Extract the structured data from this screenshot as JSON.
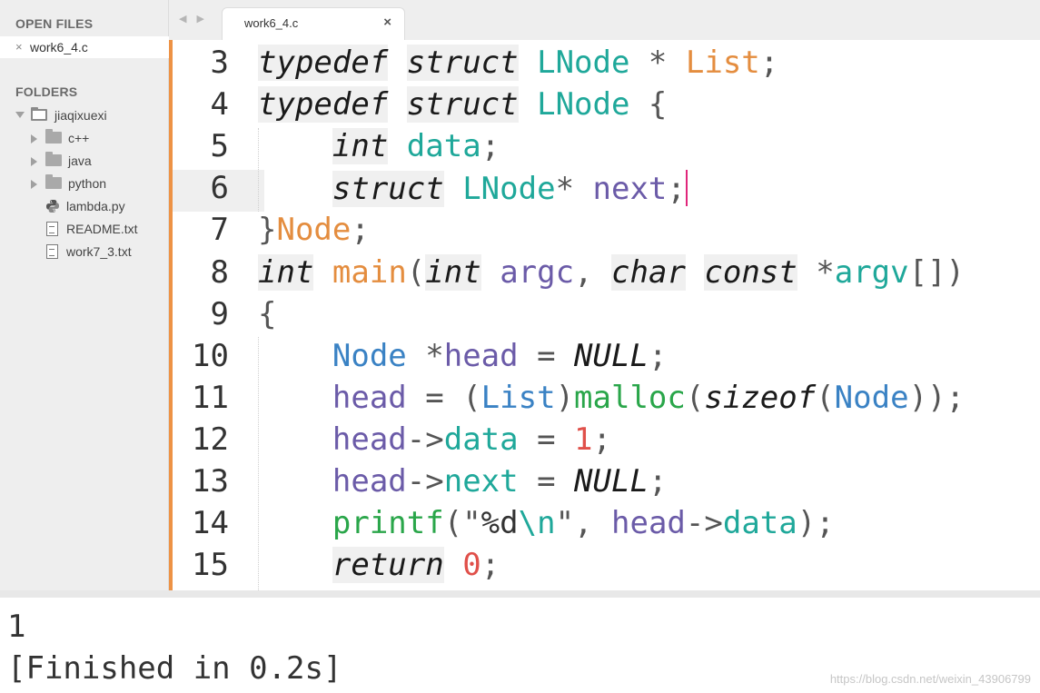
{
  "sidebar": {
    "open_files_title": "OPEN FILES",
    "open_files": [
      {
        "close": "×",
        "name": "work6_4.c"
      }
    ],
    "folders_title": "FOLDERS",
    "root": "jiaqixuexi",
    "items": [
      {
        "name": "c++",
        "type": "folder"
      },
      {
        "name": "java",
        "type": "folder"
      },
      {
        "name": "python",
        "type": "folder"
      },
      {
        "name": "lambda.py",
        "type": "python"
      },
      {
        "name": "README.txt",
        "type": "file"
      },
      {
        "name": "work7_3.txt",
        "type": "file"
      }
    ]
  },
  "tabbar": {
    "nav": "◀ ▶",
    "tab_name": "work6_4.c",
    "tab_close": "×"
  },
  "editor": {
    "accent_color": "#ed9245",
    "lines": [
      {
        "num": "3",
        "tokens": [
          [
            "kw",
            "typedef"
          ],
          [
            "",
            " "
          ],
          [
            "kw",
            "struct"
          ],
          [
            "",
            " "
          ],
          [
            "ty",
            "LNode"
          ],
          [
            "op",
            " * "
          ],
          [
            "tyo",
            "List"
          ],
          [
            "op",
            ";"
          ]
        ]
      },
      {
        "num": "4",
        "tokens": [
          [
            "kw",
            "typedef"
          ],
          [
            "",
            " "
          ],
          [
            "kw",
            "struct"
          ],
          [
            "",
            " "
          ],
          [
            "ty",
            "LNode"
          ],
          [
            "op",
            " {"
          ]
        ]
      },
      {
        "num": "5",
        "tokens": [
          [
            "",
            "    "
          ],
          [
            "kw",
            "int"
          ],
          [
            "",
            " "
          ],
          [
            "ty",
            "data"
          ],
          [
            "op",
            ";"
          ]
        ]
      },
      {
        "num": "6",
        "tokens": [
          [
            "",
            "    "
          ],
          [
            "kw",
            "struct"
          ],
          [
            "",
            " "
          ],
          [
            "ty",
            "LNode"
          ],
          [
            "op",
            "* "
          ],
          [
            "var",
            "next"
          ],
          [
            "op",
            ";"
          ]
        ]
      },
      {
        "num": "7",
        "tokens": [
          [
            "op",
            "}"
          ],
          [
            "tyo",
            "Node"
          ],
          [
            "op",
            ";"
          ]
        ]
      },
      {
        "num": "8",
        "tokens": [
          [
            "kw",
            "int"
          ],
          [
            "",
            " "
          ],
          [
            "fno",
            "main"
          ],
          [
            "op",
            "("
          ],
          [
            "kw",
            "int"
          ],
          [
            "",
            " "
          ],
          [
            "var",
            "argc"
          ],
          [
            "op",
            ", "
          ],
          [
            "kw",
            "char"
          ],
          [
            "",
            " "
          ],
          [
            "kw",
            "const"
          ],
          [
            "op",
            " *"
          ],
          [
            "ty",
            "argv"
          ],
          [
            "op",
            "[])"
          ]
        ]
      },
      {
        "num": "9",
        "tokens": [
          [
            "op",
            "{"
          ]
        ]
      },
      {
        "num": "10",
        "tokens": [
          [
            "",
            "    "
          ],
          [
            "typ",
            "Node"
          ],
          [
            "op",
            " *"
          ],
          [
            "var",
            "head"
          ],
          [
            "op",
            " = "
          ],
          [
            "nul",
            "NULL"
          ],
          [
            "op",
            ";"
          ]
        ]
      },
      {
        "num": "11",
        "tokens": [
          [
            "",
            "    "
          ],
          [
            "var",
            "head"
          ],
          [
            "op",
            " = ("
          ],
          [
            "typ",
            "List"
          ],
          [
            "op",
            ")"
          ],
          [
            "fn",
            "malloc"
          ],
          [
            "op",
            "("
          ],
          [
            "nul",
            "sizeof"
          ],
          [
            "op",
            "("
          ],
          [
            "typ",
            "Node"
          ],
          [
            "op",
            "));"
          ]
        ]
      },
      {
        "num": "12",
        "tokens": [
          [
            "",
            "    "
          ],
          [
            "var",
            "head"
          ],
          [
            "op",
            "->"
          ],
          [
            "ty",
            "data"
          ],
          [
            "op",
            " = "
          ],
          [
            "num",
            "1"
          ],
          [
            "op",
            ";"
          ]
        ]
      },
      {
        "num": "13",
        "tokens": [
          [
            "",
            "    "
          ],
          [
            "var",
            "head"
          ],
          [
            "op",
            "->"
          ],
          [
            "ty",
            "next"
          ],
          [
            "op",
            " = "
          ],
          [
            "nul",
            "NULL"
          ],
          [
            "op",
            ";"
          ]
        ]
      },
      {
        "num": "14",
        "tokens": [
          [
            "",
            "    "
          ],
          [
            "fn",
            "printf"
          ],
          [
            "op",
            "(\""
          ],
          [
            "str",
            "%d"
          ],
          [
            "esc",
            "\\n"
          ],
          [
            "op",
            "\", "
          ],
          [
            "var",
            "head"
          ],
          [
            "op",
            "->"
          ],
          [
            "ty",
            "data"
          ],
          [
            "op",
            ");"
          ]
        ]
      },
      {
        "num": "15",
        "tokens": [
          [
            "",
            "    "
          ],
          [
            "kw",
            "return"
          ],
          [
            "",
            " "
          ],
          [
            "num",
            "0"
          ],
          [
            "op",
            ";"
          ]
        ]
      }
    ]
  },
  "output": {
    "lines": [
      "1",
      "[Finished in 0.2s]"
    ],
    "watermark": "https://blog.csdn.net/weixin_43906799"
  }
}
